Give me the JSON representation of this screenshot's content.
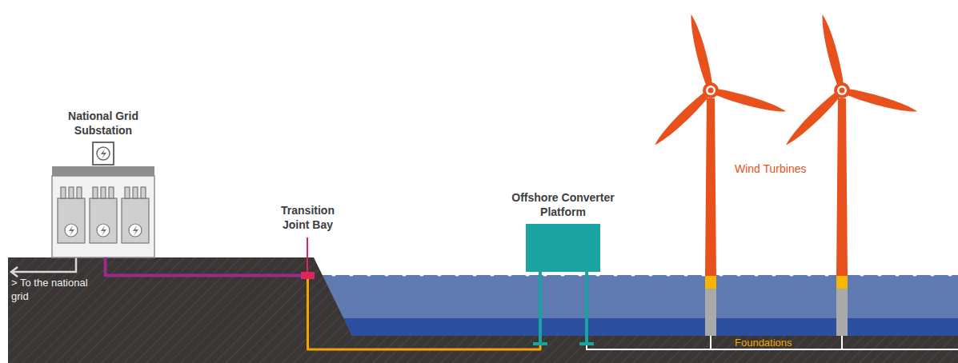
{
  "diagram": {
    "nodes": [
      {
        "text": [
          "National Grid Substation"
        ]
      },
      {
        "text": [
          "Transition Joint Bay"
        ]
      },
      {
        "text": [
          "Offshore Converter Platform"
        ]
      }
    ],
    "edges": [
      {
        "from": 0,
        "to": 1,
        "arrow": "none"
      },
      {
        "from": 1,
        "to": 2,
        "arrow": "none"
      }
    ],
    "labels": [
      "Wind Turbines",
      "Foundations",
      "> To the national grid"
    ]
  }
}
